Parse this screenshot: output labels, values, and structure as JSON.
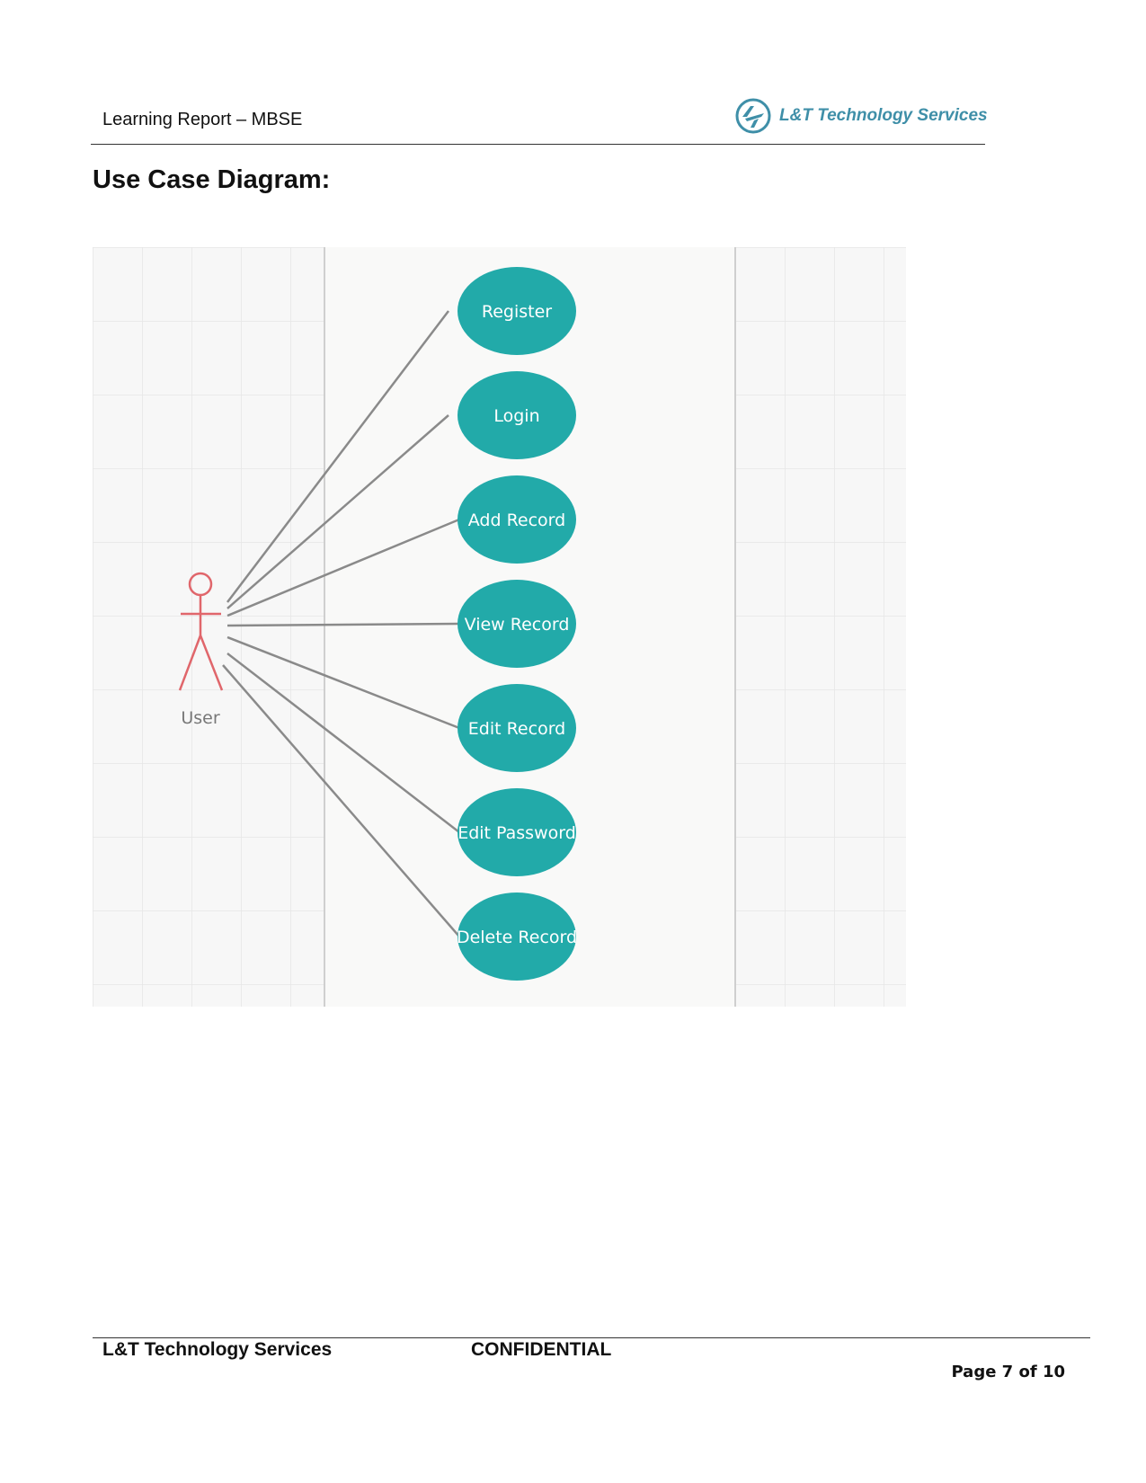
{
  "header": {
    "title": "Learning Report – MBSE",
    "logo_text": "L&T Technology Services"
  },
  "section_title": "Use Case Diagram:",
  "diagram": {
    "actor": "User",
    "use_cases": [
      "Register",
      "Login",
      "Add Record",
      "View Record",
      "Edit Record",
      "Edit Password",
      "Delete Record"
    ],
    "colors": {
      "usecase_fill": "#22aaa9",
      "actor_stroke": "#e0666b",
      "line": "#8a8a8a"
    }
  },
  "footer": {
    "company": "L&T Technology Services",
    "confidential": "CONFIDENTIAL",
    "page_label": "Page 7 of 10"
  }
}
